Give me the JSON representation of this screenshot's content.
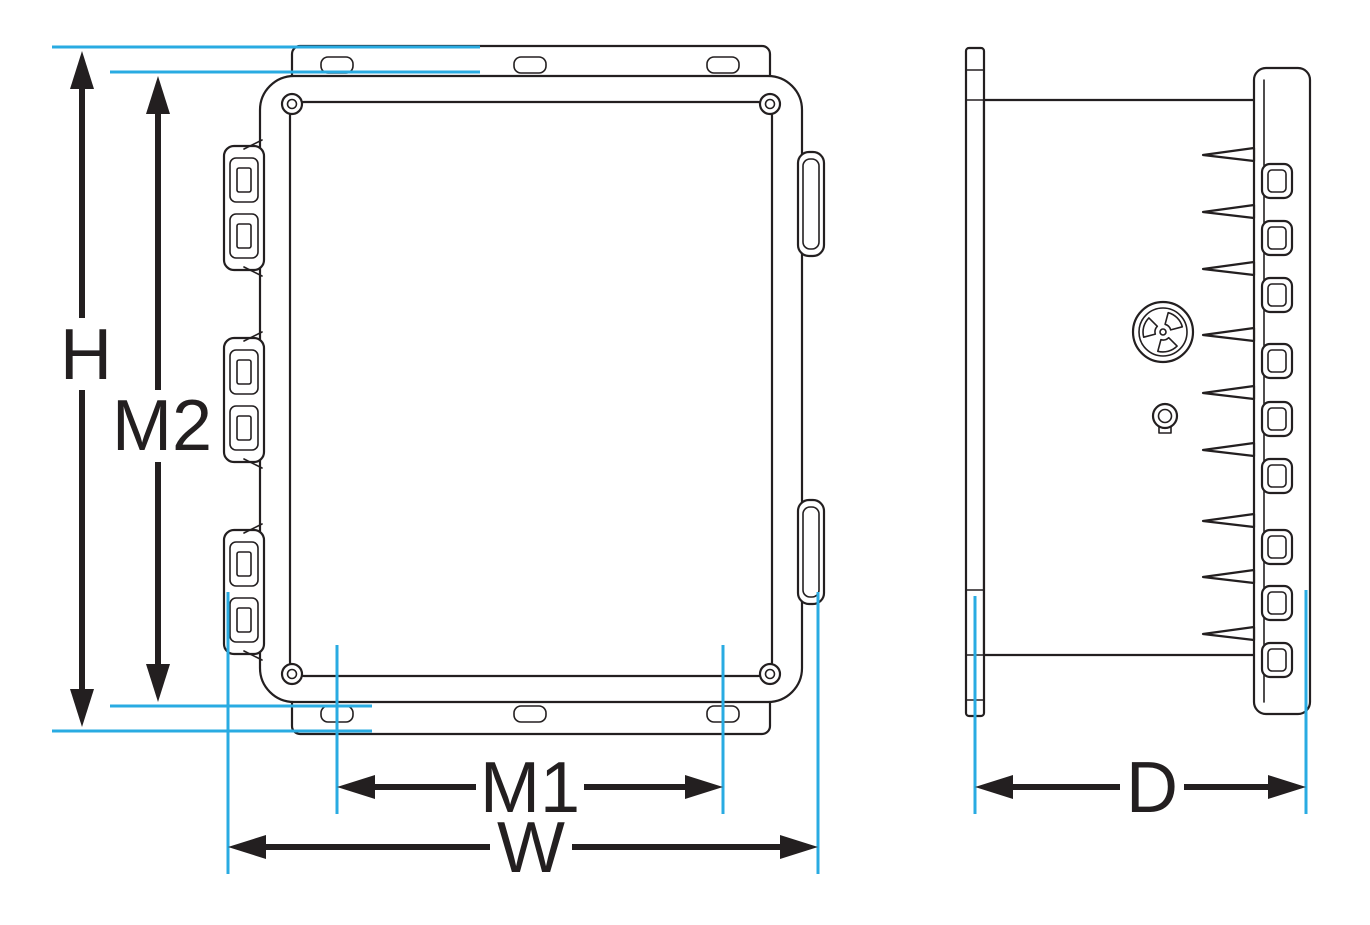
{
  "drawing": {
    "kind": "enclosure-dimension-drawing",
    "labels": {
      "height": "H",
      "mounting_height": "M2",
      "mounting_width": "M1",
      "width": "W",
      "depth": "D"
    }
  },
  "colors": {
    "line": "#231f20",
    "extension": "#29abe2",
    "background": "#ffffff"
  }
}
